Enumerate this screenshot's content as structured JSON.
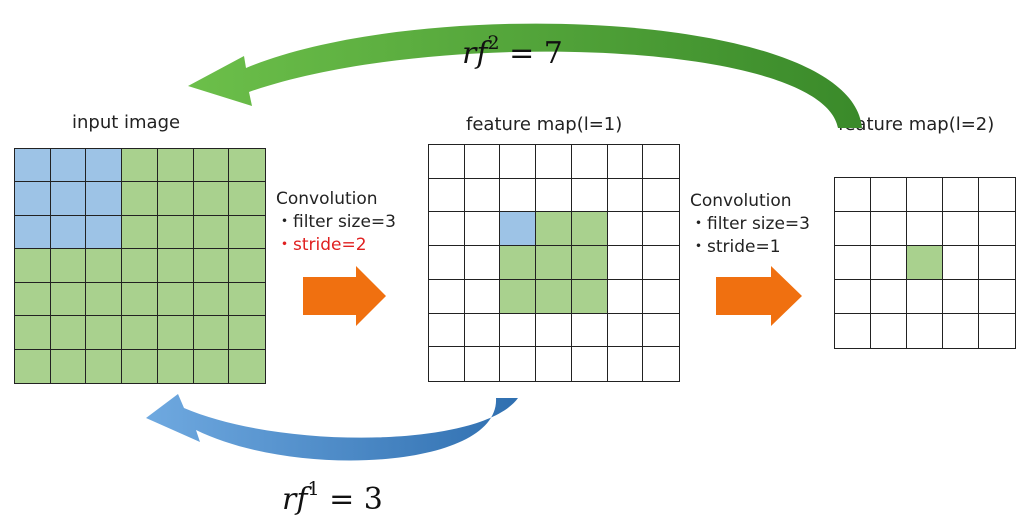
{
  "labels": {
    "input_image": "input image",
    "feature_map_1": "feature map(l=1)",
    "feature_map_2": "feature map(l=2)"
  },
  "conv1": {
    "title": "Convolution",
    "filter": "・filter size=3",
    "stride": "・stride=2"
  },
  "conv2": {
    "title": "Convolution",
    "filter": "・filter size=3",
    "stride": "・stride=1"
  },
  "rf_top": {
    "base": "rf",
    "exp": "2",
    "rhs": "= 7"
  },
  "rf_bottom": {
    "base": "rf",
    "exp": "1",
    "rhs": "= 3"
  },
  "colors": {
    "blue": "#9dc3e6",
    "green": "#a9d18e",
    "orange_arrow": "#f07010",
    "green_arrow": "#4fa53a",
    "blue_arrow": "#4a8fd0",
    "stride_highlight": "#e02020"
  },
  "grids": {
    "input": {
      "size": 7,
      "blue": [
        [
          0,
          0
        ],
        [
          0,
          1
        ],
        [
          0,
          2
        ],
        [
          1,
          0
        ],
        [
          1,
          1
        ],
        [
          1,
          2
        ],
        [
          2,
          0
        ],
        [
          2,
          1
        ],
        [
          2,
          2
        ]
      ],
      "fill_rest": "green"
    },
    "fmap1": {
      "size": 7,
      "blue": [
        [
          2,
          2
        ]
      ],
      "green": [
        [
          2,
          3
        ],
        [
          2,
          4
        ],
        [
          3,
          2
        ],
        [
          3,
          3
        ],
        [
          3,
          4
        ],
        [
          4,
          2
        ],
        [
          4,
          3
        ],
        [
          4,
          4
        ]
      ]
    },
    "fmap2": {
      "size": 5,
      "green": [
        [
          2,
          2
        ]
      ]
    }
  }
}
